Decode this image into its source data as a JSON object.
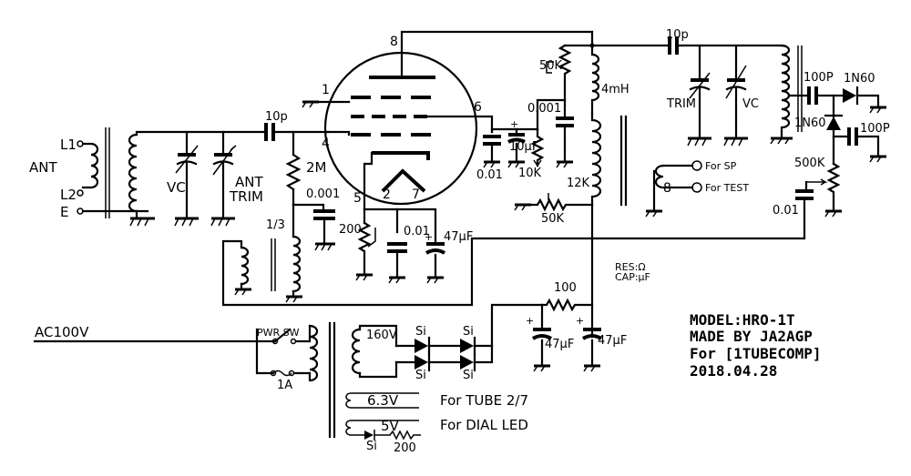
{
  "labels": {
    "ant": "ANT",
    "l1": "L1",
    "l2": "L2",
    "e": "E",
    "vc_in": "VC",
    "ant_trim_1": "ANT",
    "ant_trim_2": "TRIM",
    "cap_10p_in": "10p",
    "res_2m": "2M",
    "cap_0001_in": "0.001",
    "ratio": "1/3",
    "pin1": "1",
    "pin2": "2",
    "pin4": "4",
    "pin5": "5",
    "pin6": "6",
    "pin7": "7",
    "pin8": "8",
    "res_200_cath": "200",
    "cap_001_cath": "0.01",
    "cap_47uf_cath": "47μF",
    "res_50k_top": "50K",
    "ind_4mh": "4mH",
    "cap_0001_plate": "0.001",
    "cap_10uf": "10μF",
    "res_10k": "10K",
    "cap_001_plate": "0.01",
    "res_12k": "12K",
    "res_50k_bot": "50K",
    "for_sp": "For SP",
    "for_test": "For TEST",
    "out_8": "8",
    "cap_10p_out": "10p",
    "trim_out": "TRIM",
    "vc_out": "VC",
    "cap_100p_1": "100P",
    "diode_1n60_1": "1N60",
    "diode_1n60_2": "1N60",
    "cap_100p_2": "100P",
    "res_500k": "500K",
    "cap_001_out": "0.01",
    "res_info": "RES:Ω",
    "cap_info": "CAP:μF",
    "ac100v": "AC100V",
    "pwr_sw": "PWR SW",
    "fuse": "1A",
    "v160": "160V",
    "si1": "Si",
    "si2": "Si",
    "si3": "Si",
    "si4": "Si",
    "res_100": "100",
    "cap_47uf_ps1": "47μF",
    "cap_47uf_ps2": "47μF",
    "v63": "6.3V",
    "for_tube": "For  TUBE 2/7",
    "v5": "5V",
    "si_led": "Si",
    "res_200_led": "200",
    "for_dial": "For  DIAL LED"
  },
  "notes": {
    "model": "MODEL:HRO-1T",
    "made_by": "MADE BY JA2AGP",
    "for": "For [1TUBECOMP]",
    "date": "2018.04.28"
  }
}
